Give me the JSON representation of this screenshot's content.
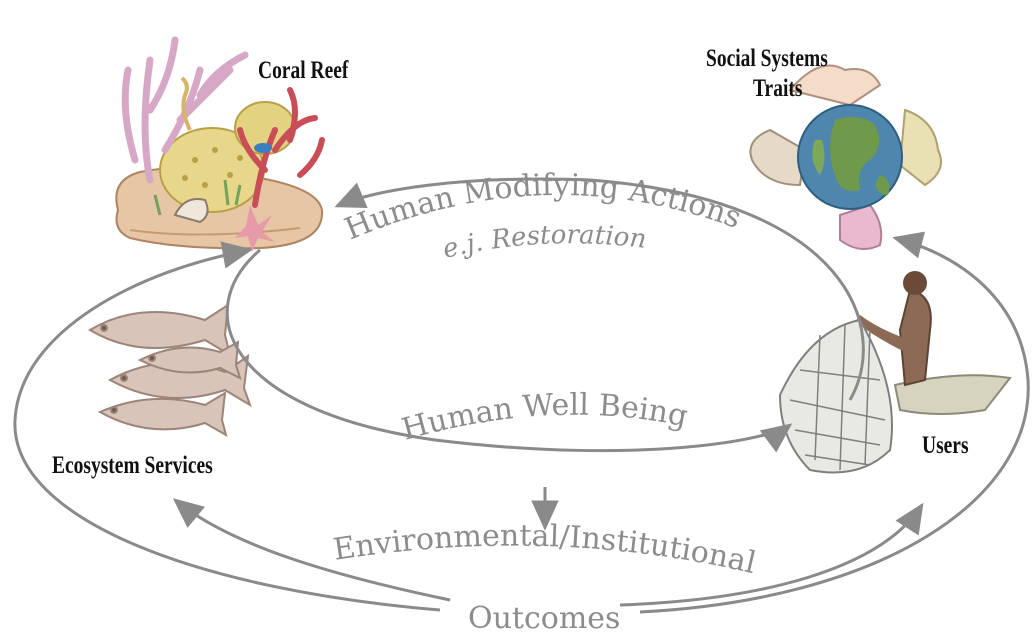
{
  "nodes": {
    "coral_reef": {
      "label": "Coral Reef",
      "icon": "coral-reef-icon"
    },
    "social_systems": {
      "label_line1": "Social Systems",
      "label_line2": "Traits",
      "icon": "earth-hands-icon"
    },
    "ecosystem_services": {
      "label": "Ecosystem Services",
      "icon": "fish-school-icon"
    },
    "users": {
      "label": "Users",
      "icon": "fisherman-net-icon"
    }
  },
  "flows": {
    "actions_title": "Human Modifying Actions",
    "actions_example": "e.j. Restoration",
    "well_being": "Human Well Being",
    "outcomes_line1": "Environmental/Institutional",
    "outcomes_line2": "Outcomes"
  },
  "colors": {
    "arrow": "#8a8a8a",
    "flow_text": "#8c8c8c",
    "node_text": "#111111",
    "coral_pink": "#d9b6c9",
    "coral_red": "#c94d57",
    "sand": "#e6c6a5",
    "earth_blue": "#4f86ad",
    "earth_green": "#6f9a4b",
    "fish": "#c9b3a6"
  }
}
